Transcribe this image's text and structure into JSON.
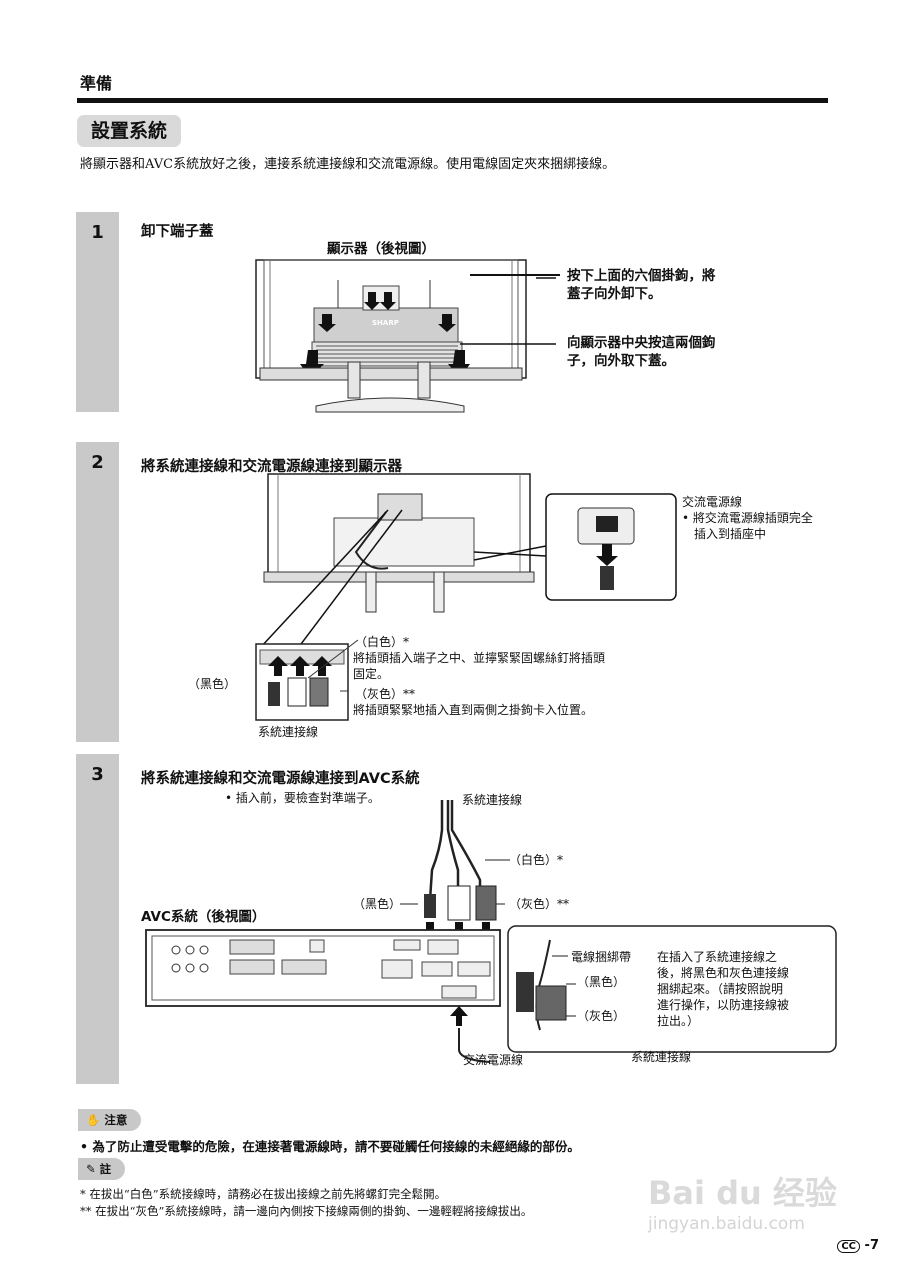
{
  "header": {
    "section_label": "準備"
  },
  "title": "設置系統",
  "intro": "將顯示器和AVC系統放好之後，連接系統連接線和交流電源線。使用電線固定夾來捆綁接線。",
  "steps": [
    {
      "number": "1",
      "title": "卸下端子蓋",
      "figure_label": "顯示器（後視圖）",
      "callout_a": [
        "按下上面的六個掛鉤，將",
        "蓋子向外卸下。"
      ],
      "callout_b": [
        "向顯示器中央按這兩個鉤",
        "子，向外取下蓋。"
      ],
      "brand": "SHARP"
    },
    {
      "number": "2",
      "title": "將系統連接線和交流電源線連接到顯示器",
      "ac_title": "交流電源線",
      "ac_bullet": [
        "• 將交流電源線插頭完全",
        "插入到插座中"
      ],
      "white_label": "（白色）*",
      "white_desc": [
        "將插頭插入端子之中、並擰緊緊固螺絲釘將插頭",
        "固定。"
      ],
      "gray_label": "（灰色）**",
      "gray_desc": "將插頭緊緊地插入直到兩側之掛鉤卡入位置。",
      "black_label": "（黑色）",
      "cable_label": "系統連接線"
    },
    {
      "number": "3",
      "title": "將系統連接線和交流電源線連接到AVC系統",
      "bullet": "• 插入前，要檢查對準端子。",
      "cable_label": "系統連接線",
      "white_label": "（白色）*",
      "black_label": "（黑色）",
      "gray_label": "（灰色）**",
      "avc_label": "AVC系統（後視圖）",
      "band_label": "電線捆綁帶",
      "band_black": "（黑色）",
      "band_gray": "（灰色）",
      "band_desc": [
        "在插入了系統連接線之",
        "後，將黑色和灰色連接線",
        "捆綁起來。（請按照說明",
        "進行操作，以防連接線被",
        "拉出。）"
      ],
      "ac_label": "交流電源線",
      "cable_label2": "系統連接線"
    }
  ],
  "caution": {
    "label": "注意",
    "text": "• 為了防止遭受電擊的危險，在連接著電源線時，請不要碰觸任何接線的未經絕緣的部份。"
  },
  "note": {
    "label": "註",
    "items": [
      "*   在拔出“白色”系統接線時，請務必在拔出接線之前先將螺釘完全鬆開。",
      "** 在拔出“灰色”系統接線時，請一邊向內側按下接線兩側的掛鉤、一邊輕輕將接線拔出。"
    ]
  },
  "page_number": "-7",
  "page_prefix": "CC",
  "watermark": {
    "main": "Bai du 经验",
    "url": "jingyan.baidu.com"
  }
}
